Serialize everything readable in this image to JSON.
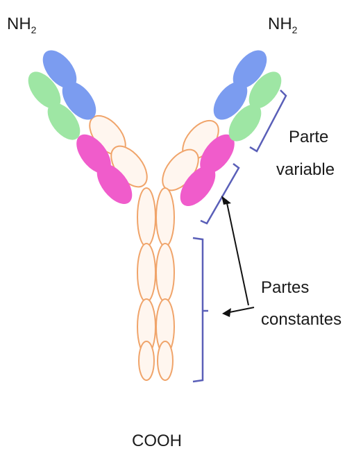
{
  "labels": {
    "n_terminus_left": "NH",
    "n_terminus_left_sub": "2",
    "n_terminus_right": "NH",
    "n_terminus_right_sub": "2",
    "c_terminus": "COOH",
    "variable_line1": "Parte",
    "variable_line2": "variable",
    "constant_line1": "Partes",
    "constant_line2": "constantes"
  },
  "colors": {
    "variable_heavy": "#7b9cf0",
    "variable_light": "#9ee6a4",
    "constant_light": "#f05ccb",
    "heavy_chain_outline": "#f0a46a",
    "bracket": "#5a5fb8",
    "arrow": "#111111"
  }
}
